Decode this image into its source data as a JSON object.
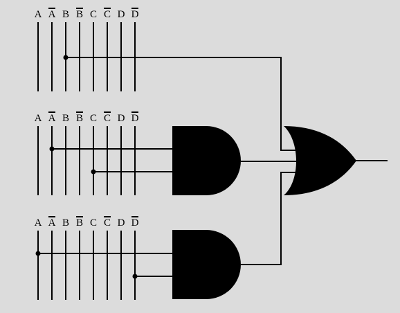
{
  "diagram": {
    "background_color": "#dcdcdc",
    "ink_color": "#000000",
    "groups": [
      {
        "id": "g1",
        "signals": [
          {
            "text": "A",
            "complemented": false
          },
          {
            "text": "A",
            "complemented": true
          },
          {
            "text": "B",
            "complemented": false
          },
          {
            "text": "B",
            "complemented": true
          },
          {
            "text": "C",
            "complemented": false
          },
          {
            "text": "C",
            "complemented": true
          },
          {
            "text": "D",
            "complemented": false
          },
          {
            "text": "D",
            "complemented": true
          }
        ],
        "taps": [
          2
        ]
      },
      {
        "id": "g2",
        "signals": [
          {
            "text": "A",
            "complemented": false
          },
          {
            "text": "A",
            "complemented": true
          },
          {
            "text": "B",
            "complemented": false
          },
          {
            "text": "B",
            "complemented": true
          },
          {
            "text": "C",
            "complemented": false
          },
          {
            "text": "C",
            "complemented": true
          },
          {
            "text": "D",
            "complemented": false
          },
          {
            "text": "D",
            "complemented": true
          }
        ],
        "taps": [
          1,
          4
        ]
      },
      {
        "id": "g3",
        "signals": [
          {
            "text": "A",
            "complemented": false
          },
          {
            "text": "A",
            "complemented": true
          },
          {
            "text": "B",
            "complemented": false
          },
          {
            "text": "B",
            "complemented": true
          },
          {
            "text": "C",
            "complemented": false
          },
          {
            "text": "C",
            "complemented": true
          },
          {
            "text": "D",
            "complemented": false
          },
          {
            "text": "D",
            "complemented": true
          }
        ],
        "taps": [
          0,
          7
        ]
      }
    ],
    "gates": [
      {
        "type": "AND",
        "inputs": [
          "g2"
        ]
      },
      {
        "type": "AND",
        "inputs": [
          "g3"
        ]
      },
      {
        "type": "OR",
        "inputs": [
          "g1",
          "AND1",
          "AND2"
        ]
      }
    ]
  }
}
